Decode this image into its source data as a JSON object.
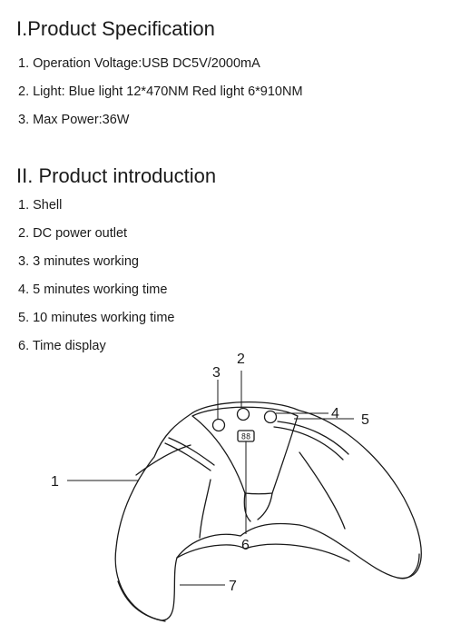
{
  "spec": {
    "title": "I.Product Specification",
    "items": [
      "1. Operation Voltage:USB DC5V/2000mA",
      "2. Light: Blue light 12*470NM Red light 6*910NM",
      "3. Max Power:36W"
    ]
  },
  "intro": {
    "title": "II. Product introduction",
    "items": [
      "1. Shell",
      "2. DC power outlet",
      "3. 3 minutes working",
      "4. 5 minutes working time",
      "5. 10 minutes working time",
      "6. Time display"
    ]
  },
  "diagram": {
    "labels": [
      "1",
      "2",
      "3",
      "4",
      "5",
      "6",
      "7"
    ],
    "display_readout": "88",
    "line_color": "#1a1a1a"
  }
}
